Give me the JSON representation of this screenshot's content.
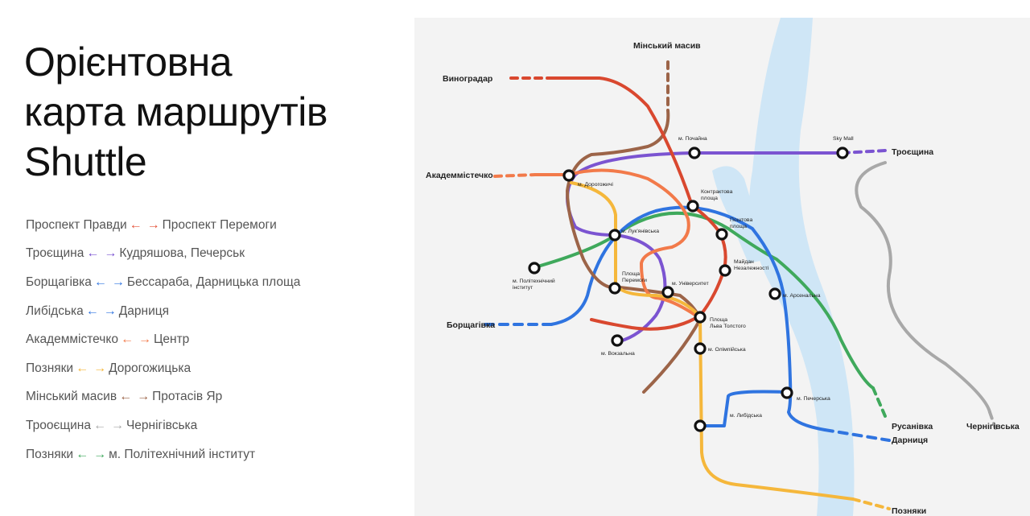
{
  "title": {
    "line1": "Орієнтовна",
    "line2": "карта маршрутів",
    "line3": "Shuttle"
  },
  "routes": [
    {
      "from": "Проспект Правди",
      "to": "Проспект Перемоги",
      "color": "#e5543b"
    },
    {
      "from": "Троєщина",
      "to": "Кудряшова, Печерськ",
      "color": "#7b54d1"
    },
    {
      "from": "Борщагівка",
      "to": "Бессараба, Дарницька площа",
      "color": "#2f74e0"
    },
    {
      "from": "Либідська",
      "to": "Дарниця",
      "color": "#2f74e0"
    },
    {
      "from": "Академмістечко",
      "to": "Центр",
      "color": "#f27a4a"
    },
    {
      "from": "Позняки",
      "to": "Дорогожицька",
      "color": "#f5b73b"
    },
    {
      "from": "Мінський масив",
      "to": "Протасів Яр",
      "color": "#9c6448"
    },
    {
      "from": "Трооєщина",
      "to": "Чернігівська",
      "color": "#a8a8a8"
    },
    {
      "from": "Позняки",
      "to": "м. Політехнічний інститут",
      "color": "#3fa95c"
    }
  ],
  "arrows": {
    "left": "←",
    "right": "→"
  },
  "colors": {
    "red": "#d9482f",
    "purple": "#7b54d1",
    "blue": "#2f74e0",
    "orange": "#f27a4a",
    "yellow": "#f5b73b",
    "brown": "#9c6448",
    "gray": "#a8a8a8",
    "green": "#3fa95c",
    "river": "#cfe6f6",
    "map_bg": "#f3f3f3"
  },
  "map": {
    "terminals": {
      "minsky": "Мінський масив",
      "vynohradar": "Виноградар",
      "troieshchyna": "Троєщина",
      "akademmistechko": "Академмістечко",
      "borshchahivka": "Борщагівка",
      "rusanivka": "Русанівка",
      "darnytsia": "Дарниця",
      "chernihivska": "Чернігівська",
      "pozniaky": "Позняки"
    },
    "stations": {
      "pochaina": "м. Почайна",
      "skymall": "Sky Mall",
      "dorohozhychi": "м. Дорогожичі",
      "kontraktova_1": "Контрактова",
      "kontraktova_2": "площа",
      "poshtova_1": "Поштова",
      "poshtova_2": "площа",
      "lukianivska": "м. Лук'янівська",
      "maidan_1": "Майдан",
      "maidan_2": "Незалежності",
      "polytech_1": "м. Політехнічний",
      "polytech_2": "інститут",
      "peremohy_1": "Площа",
      "peremohy_2": "Перемоги",
      "universytet": "м. Університет",
      "arsenalna": "м. Арсенальна",
      "tolstoho_1": "Площа",
      "tolstoho_2": "Льва Толстого",
      "vokzalna": "м. Вокзальна",
      "olimpiiska": "м. Олімпійська",
      "pecherska": "м. Печерська",
      "lybidska": "м. Либідська"
    }
  }
}
